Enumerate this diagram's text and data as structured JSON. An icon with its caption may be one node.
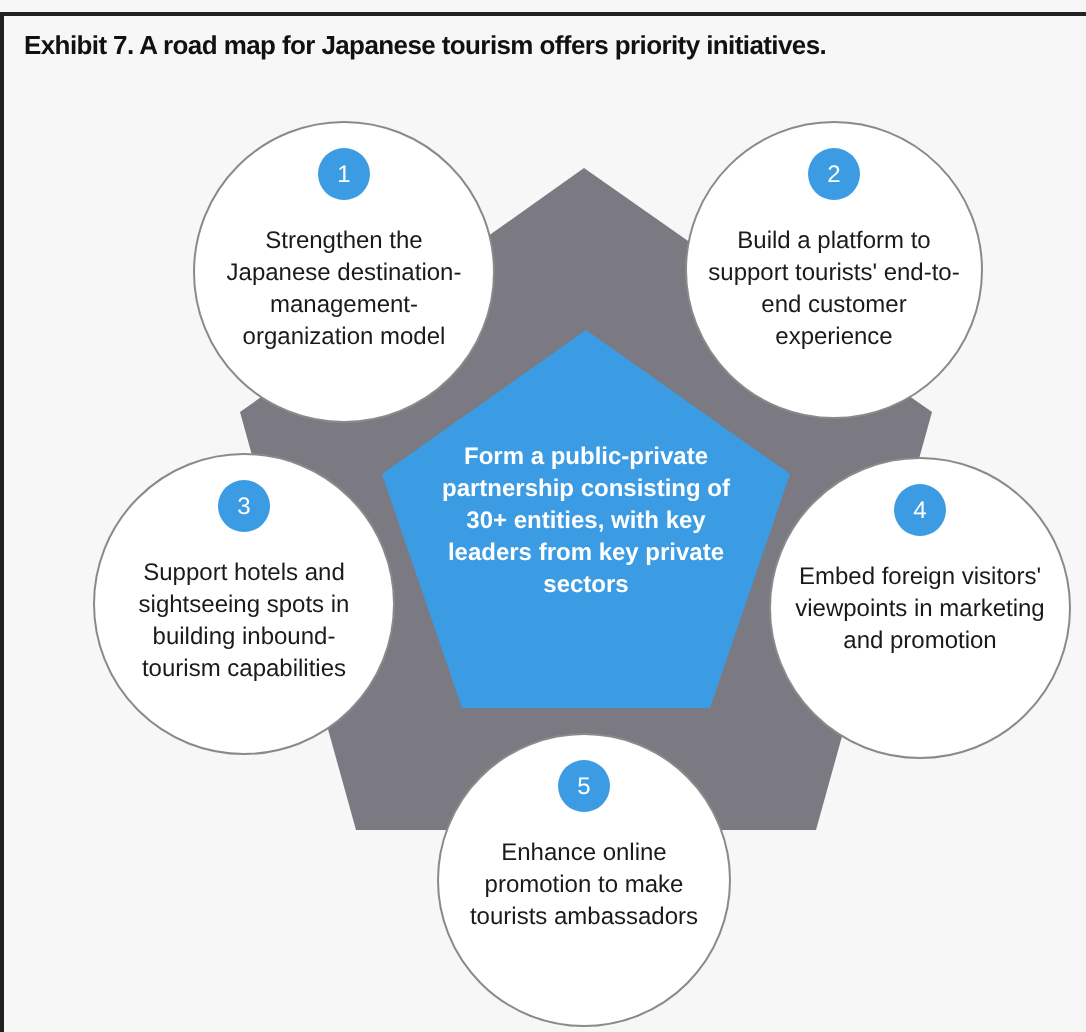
{
  "diagram": {
    "title": "Exhibit 7. A road map for Japanese tourism offers priority initiatives.",
    "nodes": [
      {
        "text": [],
        "shape": "pentagon"
      },
      {
        "text": [
          "Form a public-private partnership consisting of 30+ entities, with key leaders from key private sectors"
        ],
        "in": 0
      },
      {
        "text": [
          "1",
          "Strengthen the Japanese destination-management-organization model"
        ]
      },
      {
        "text": [
          "2",
          "Build a platform to support tourists' end-to-end customer experience"
        ]
      },
      {
        "text": [
          "3",
          "Support hotels and sightseeing spots in building inbound-tourism capabilities"
        ]
      },
      {
        "text": [
          "4",
          "Embed foreign visitors' viewpoints in marketing and promotion"
        ]
      },
      {
        "text": [
          "5",
          "Enhance online promotion to make tourists ambassadors"
        ]
      }
    ]
  }
}
